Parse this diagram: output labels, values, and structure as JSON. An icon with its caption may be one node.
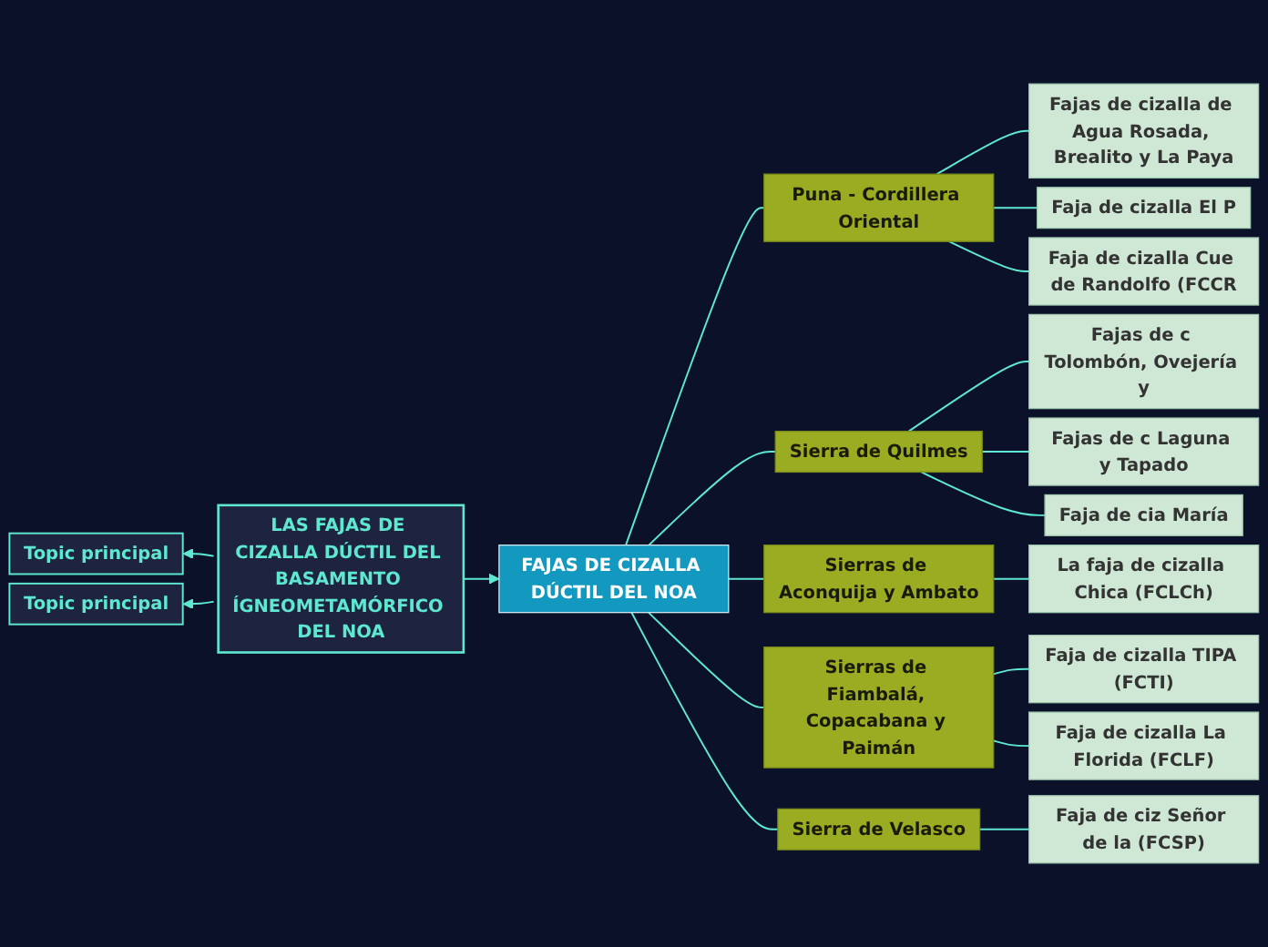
{
  "diagram": {
    "nodes": [
      {
        "text": [
          "LAS FAJAS DE CIZALLA DÚCTIL DEL BASAMENTO ÍGNEOMETAMÓRFICO DEL NOA"
        ]
      },
      {
        "text": [
          "Topic principal"
        ]
      },
      {
        "text": [
          "Topic principal"
        ]
      },
      {
        "text": [
          "FAJAS DE CIZALLA DÚCTIL DEL NOA"
        ]
      },
      {
        "text": [
          "Puna - Cordillera Oriental"
        ]
      },
      {
        "text": [
          "Fajas de cizalla de Agua Rosada, Brealito y La Paya"
        ]
      },
      {
        "text": [
          "Faja de cizalla El P"
        ]
      },
      {
        "text": [
          "Faja de cizalla Cue de Randolfo (FCCR"
        ]
      },
      {
        "text": [
          "Sierra de Quilmes"
        ]
      },
      {
        "text": [
          "Fajas de c Tolombón, Ovejería y"
        ]
      },
      {
        "text": [
          "Fajas de c Laguna y Tapado"
        ]
      },
      {
        "text": [
          "Faja de cia María"
        ]
      },
      {
        "text": [
          "Sierras de Aconquija y Ambato"
        ]
      },
      {
        "text": [
          "La faja de cizalla Chica (FCLCh)"
        ]
      },
      {
        "text": [
          "Sierras de Fiambalá, Copacabana y Paimán"
        ]
      },
      {
        "text": [
          "Faja de cizalla TIPA (FCTI)"
        ]
      },
      {
        "text": [
          "Faja de cizalla La Florida (FCLF)"
        ]
      },
      {
        "text": [
          "Sierra de Velasco"
        ]
      },
      {
        "text": [
          "Faja de ciz Señor de la (FCSP)"
        ]
      }
    ],
    "edges": [
      {
        "from": 0,
        "to": 1,
        "arrow": "to"
      },
      {
        "from": 0,
        "to": 2,
        "arrow": "to"
      },
      {
        "from": 0,
        "to": 3,
        "arrow": "to"
      },
      {
        "from": 3,
        "to": 4,
        "arrow": "none"
      },
      {
        "from": 4,
        "to": 5,
        "arrow": "none"
      },
      {
        "from": 4,
        "to": 6,
        "arrow": "none"
      },
      {
        "from": 4,
        "to": 7,
        "arrow": "none"
      },
      {
        "from": 3,
        "to": 8,
        "arrow": "none"
      },
      {
        "from": 8,
        "to": 9,
        "arrow": "none"
      },
      {
        "from": 8,
        "to": 10,
        "arrow": "none"
      },
      {
        "from": 8,
        "to": 11,
        "arrow": "none"
      },
      {
        "from": 3,
        "to": 12,
        "arrow": "none"
      },
      {
        "from": 12,
        "to": 13,
        "arrow": "none"
      },
      {
        "from": 3,
        "to": 14,
        "arrow": "none"
      },
      {
        "from": 14,
        "to": 15,
        "arrow": "none"
      },
      {
        "from": 14,
        "to": 16,
        "arrow": "none"
      },
      {
        "from": 3,
        "to": 17,
        "arrow": "none"
      },
      {
        "from": 17,
        "to": 18,
        "arrow": "none"
      }
    ]
  }
}
